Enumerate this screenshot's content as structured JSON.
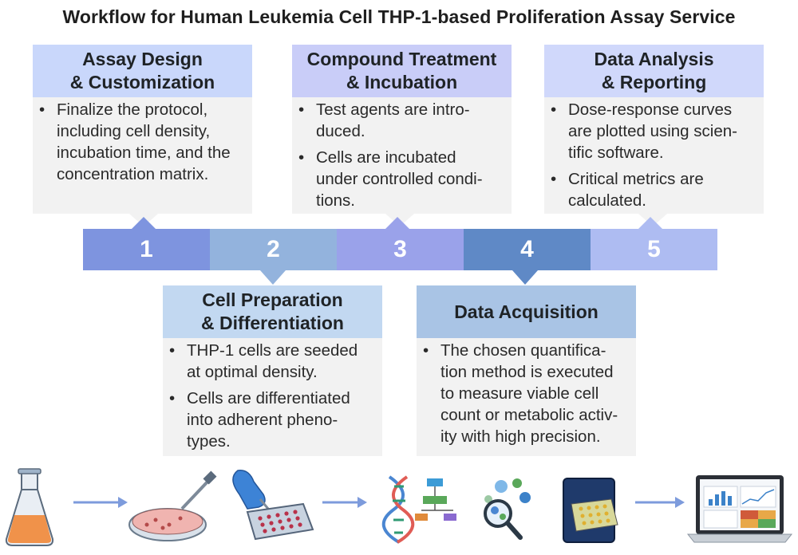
{
  "title": "Workflow for Human Leukemia Cell THP-1-based Proliferation Assay Service",
  "steps": [
    {
      "number": "1",
      "color": "#7e94df"
    },
    {
      "number": "2",
      "color": "#93b3dd"
    },
    {
      "number": "3",
      "color": "#9aa2ea"
    },
    {
      "number": "4",
      "color": "#5f89c6"
    },
    {
      "number": "5",
      "color": "#aebcf2"
    }
  ],
  "cards": {
    "assay_design": {
      "title": "Assay Design\n& Customization",
      "header_color": "#c9d7fb",
      "bullets": [
        "Finalize the protocol,\nincluding cell density,\nincubation time, and the\nconcentration matrix."
      ]
    },
    "cell_preparation": {
      "title": "Cell Preparation\n& Differentiation",
      "header_color": "#c2d8f1",
      "bullets": [
        "THP-1 cells are seeded\nat optimal density.",
        "Cells are differentiated\ninto adherent pheno-\ntypes."
      ]
    },
    "compound_treatment": {
      "title": "Compound Treatment\n& Incubation",
      "header_color": "#c9cdf8",
      "bullets": [
        "Test agents are intro-\nduced.",
        "Cells are incubated\nunder controlled condi-\ntions."
      ]
    },
    "data_acquisition": {
      "title": "Data Acquisition",
      "header_color": "#a9c4e5",
      "bullets": [
        "The chosen quantifica-\ntion method is executed\nto measure viable cell\ncount or metabolic activ-\nity with high precision."
      ]
    },
    "data_analysis": {
      "title": "Data Analysis\n& Reporting",
      "header_color": "#d0d8fb",
      "bullets": [
        "Dose-response curves\nare plotted using scien-\ntific software.",
        "Critical metrics are\ncalculated."
      ]
    }
  },
  "icons": [
    "flask-icon",
    "arrow-icon",
    "petri-dish-pipette-icon",
    "gloved-hand-well-plate-icon",
    "arrow-icon",
    "dna-icon",
    "flowchart-icon",
    "magnifier-cells-icon",
    "plate-reader-icon",
    "arrow-icon",
    "laptop-charts-icon"
  ]
}
